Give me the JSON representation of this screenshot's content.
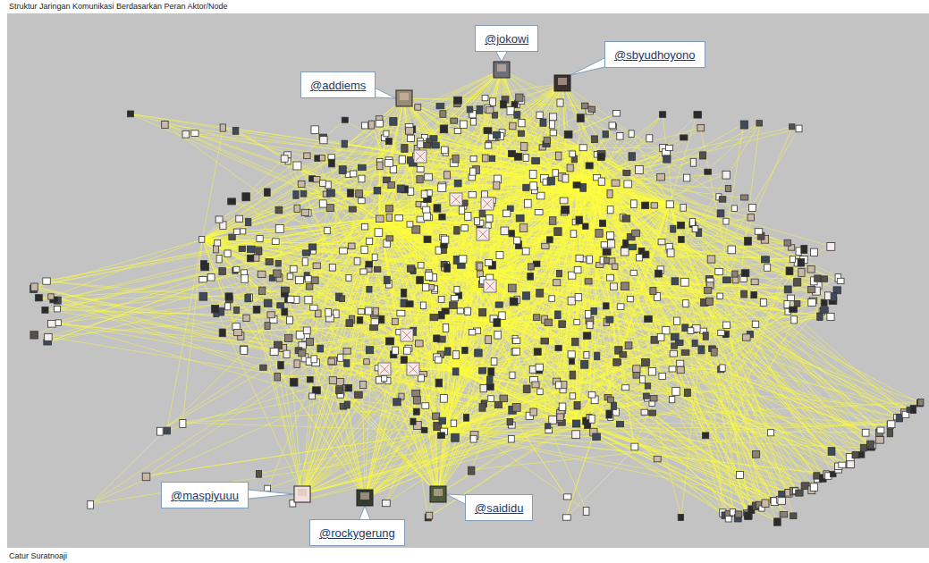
{
  "diagram": {
    "title": "Struktur Jaringan Komunikasi Berdasarkan Peran Aktor/Node",
    "caption": "Catur Suratnoaji",
    "nodes": [
      {
        "text": [
          "@addiems"
        ]
      },
      {
        "text": [
          "@jokowi"
        ]
      },
      {
        "text": [
          "@sbyudhoyono"
        ]
      },
      {
        "text": [
          "@maspiyuuu"
        ]
      },
      {
        "text": [
          "@rockygerung"
        ]
      },
      {
        "text": [
          "@saididu"
        ]
      }
    ]
  }
}
